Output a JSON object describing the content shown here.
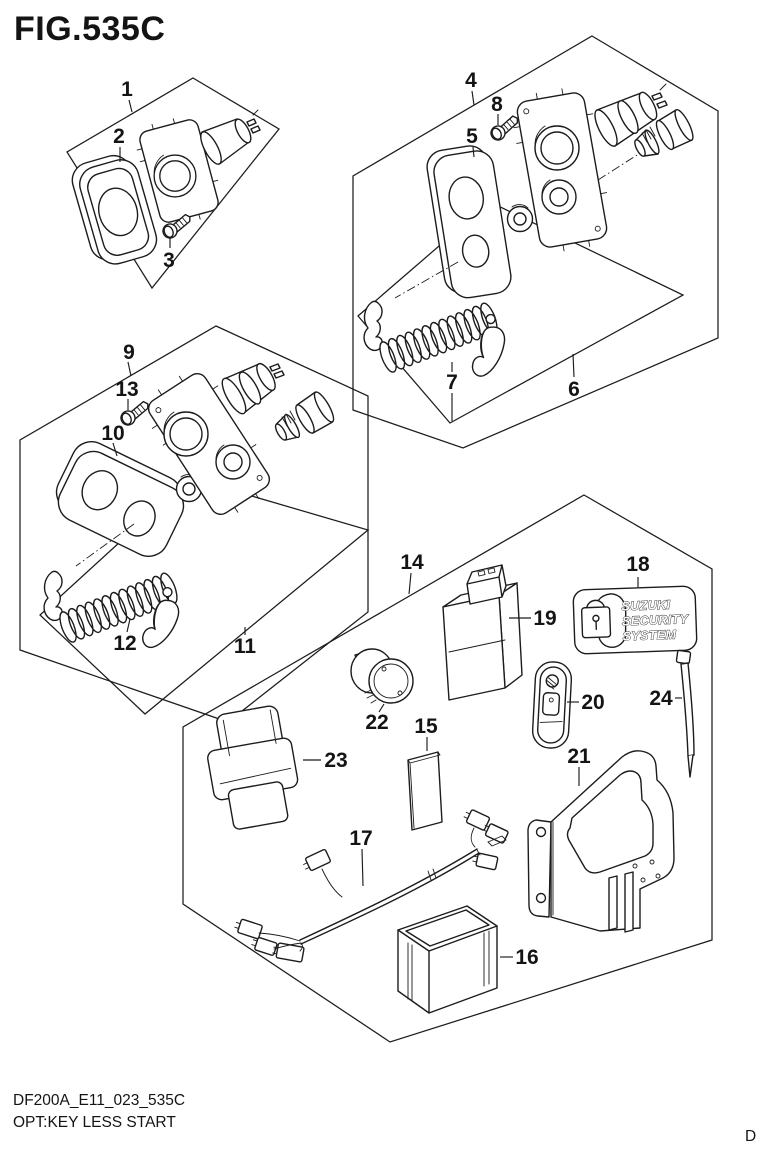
{
  "title": "FIG.535C",
  "footer": {
    "drawing_code": "DF200A_E11_023_535C",
    "option_note": "OPT:KEY LESS START",
    "page_marker": "D"
  },
  "security_decal": {
    "line1": "SUZUKI",
    "line2": "SECURITY",
    "line3": "SYSTEM"
  },
  "colors": {
    "line": "#1c1c1c",
    "background": "#ffffff"
  },
  "part_labels": {
    "p1": "1",
    "p2": "2",
    "p3": "3",
    "p4": "4",
    "p5": "5",
    "p6": "6",
    "p7": "7",
    "p8": "8",
    "p9": "9",
    "p10": "10",
    "p11": "11",
    "p12": "12",
    "p13": "13",
    "p14": "14",
    "p15": "15",
    "p16": "16",
    "p17": "17",
    "p18": "18",
    "p19": "19",
    "p20": "20",
    "p21": "21",
    "p22": "22",
    "p23": "23",
    "p24": "24"
  }
}
